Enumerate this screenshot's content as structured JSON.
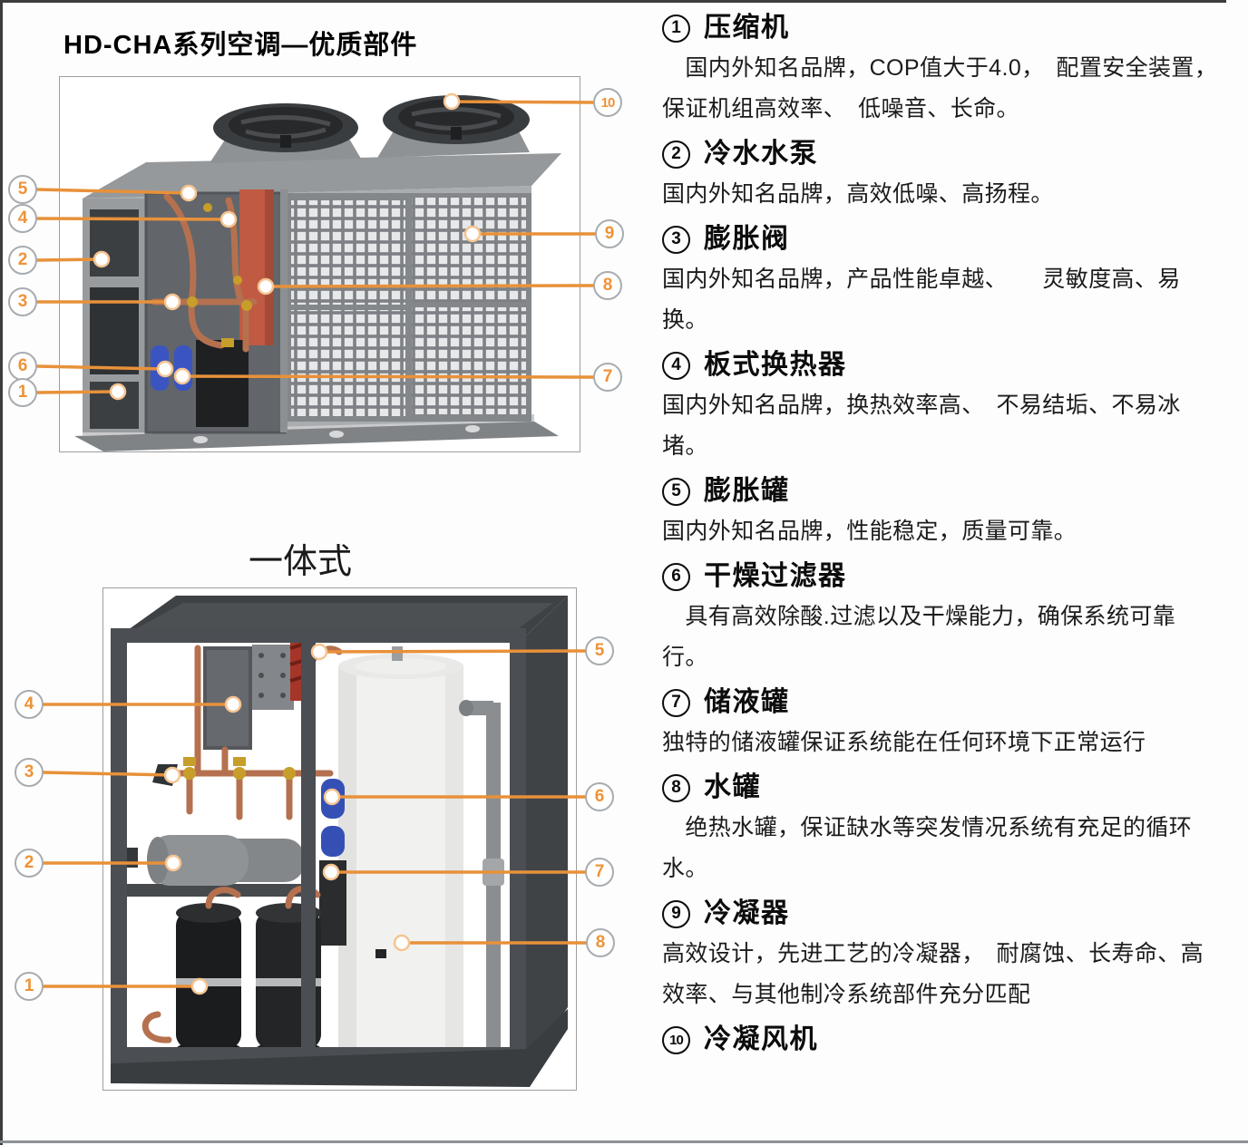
{
  "title": "HD-CHA系列空调—优质部件",
  "figure1": {
    "callouts": [
      "5",
      "4",
      "2",
      "3",
      "6",
      "1",
      "10",
      "9",
      "8",
      "7"
    ]
  },
  "figure2": {
    "caption": "一体式",
    "callouts": [
      "4",
      "3",
      "2",
      "1",
      "5",
      "6",
      "7",
      "8"
    ]
  },
  "colors": {
    "callout_line_orange": "#E8913A",
    "callout_number_orange": "#EE9338",
    "callout_ring_gray": "#A7ACB0",
    "heading_black": "#0C0C0C"
  },
  "parts": [
    {
      "num": "1",
      "name": "压缩机",
      "lines": [
        "　国内外知名品牌，COP值大于4.0，　配置安全装置，",
        "保证机组高效率、　低噪音、长命。"
      ]
    },
    {
      "num": "2",
      "name": "冷水水泵",
      "lines": [
        "国内外知名品牌，高效低噪、高扬程。"
      ]
    },
    {
      "num": "3",
      "name": "膨胀阀",
      "lines": [
        "国内外知名品牌，产品性能卓越、　　灵敏度高、易",
        "换。"
      ]
    },
    {
      "num": "4",
      "name": "板式换热器",
      "lines": [
        "国内外知名品牌，换热效率高、　不易结垢、不易冰",
        "堵。"
      ]
    },
    {
      "num": "5",
      "name": "膨胀罐",
      "lines": [
        "国内外知名品牌，性能稳定，质量可靠。"
      ]
    },
    {
      "num": "6",
      "name": "干燥过滤器",
      "lines": [
        "　具有高效除酸.过滤以及干燥能力，确保系统可靠",
        "行。"
      ]
    },
    {
      "num": "7",
      "name": "储液罐",
      "lines": [
        "独特的储液罐保证系统能在任何环境下正常运行"
      ]
    },
    {
      "num": "8",
      "name": "水罐",
      "lines": [
        "　绝热水罐，保证缺水等突发情况系统有充足的循环",
        "水。"
      ]
    },
    {
      "num": "9",
      "name": "冷凝器",
      "lines": [
        "高效设计，先进工艺的冷凝器，　耐腐蚀、长寿命、高",
        "效率、与其他制冷系统部件充分匹配"
      ]
    },
    {
      "num": "10",
      "name": "冷凝风机",
      "lines": []
    }
  ]
}
